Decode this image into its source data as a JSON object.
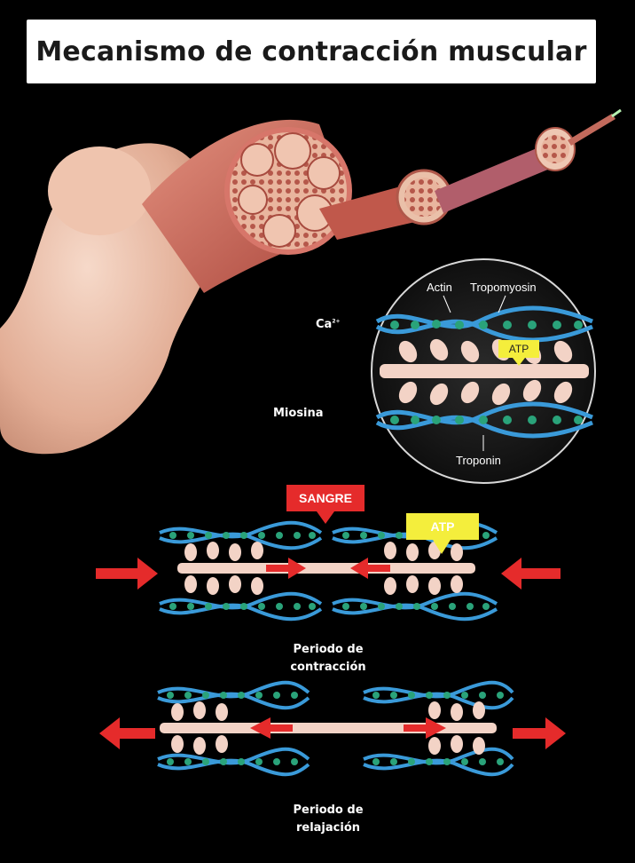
{
  "title": "Mecanismo de contracción muscular",
  "labels": {
    "calcium_base": "Ca",
    "calcium_sup": "2+",
    "myosin": "Miosina",
    "actin": "Actin",
    "tropomyosin": "Tropomyosin",
    "troponin": "Troponin",
    "atp_zoom": "ATP",
    "blood": "SANGRE",
    "atp": "ATP",
    "contraction_line1": "Periodo de",
    "contraction_line2": "contracción",
    "relaxation_line1": "Periodo de",
    "relaxation_line2": "relajación"
  },
  "colors": {
    "background": "#000000",
    "title_bg": "#ffffff",
    "actin_blue": "#3a9ad9",
    "bead_green": "#2aa37a",
    "myosin_pink": "#f3d3c6",
    "arrow_red": "#e52b2b",
    "atp_yellow": "#f4ee3c",
    "muscle_red": "#c9574a",
    "skin": "#e8b6a0"
  }
}
